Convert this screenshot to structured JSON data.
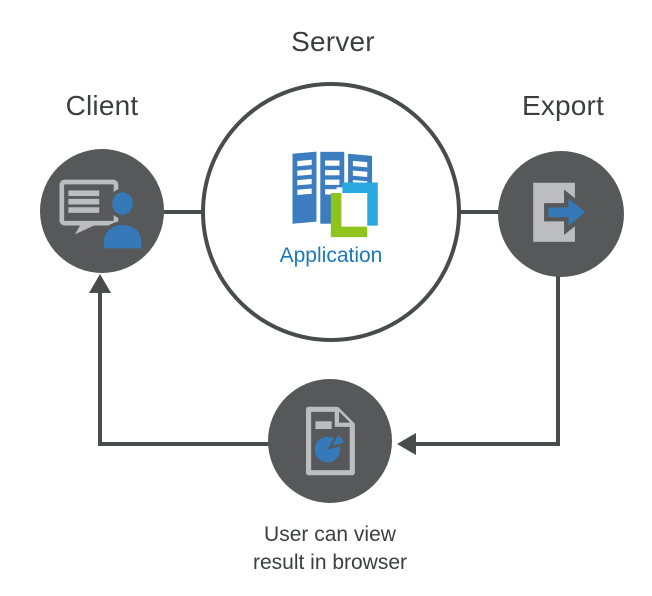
{
  "labels": {
    "server": "Server",
    "client": "Client",
    "export": "Export",
    "application": "Application",
    "caption_line1": "User can view",
    "caption_line2": "result in browser"
  },
  "icons": {
    "client": "user-at-screen-icon",
    "server": "server-racks-application-icon",
    "export": "export-arrow-icon",
    "result": "report-document-pie-icon"
  },
  "edges": [
    {
      "from": "client",
      "to": "server",
      "arrow": false
    },
    {
      "from": "server",
      "to": "export",
      "arrow": false
    },
    {
      "from": "export",
      "to": "result",
      "arrow": true
    },
    {
      "from": "result",
      "to": "client",
      "arrow": true
    }
  ],
  "colors": {
    "background": "#ffffff",
    "node_fill": "#57585a",
    "line": "#4a4b4d",
    "text_dark": "#3d3e40",
    "accent_blue": "#3579b8",
    "server_blue": "#3c7dbf",
    "bracket_cyan": "#29a9e0",
    "bracket_green": "#8fc31e",
    "icon_gray": "#bcbdbf",
    "app_text_blue": "#1b78c2"
  }
}
